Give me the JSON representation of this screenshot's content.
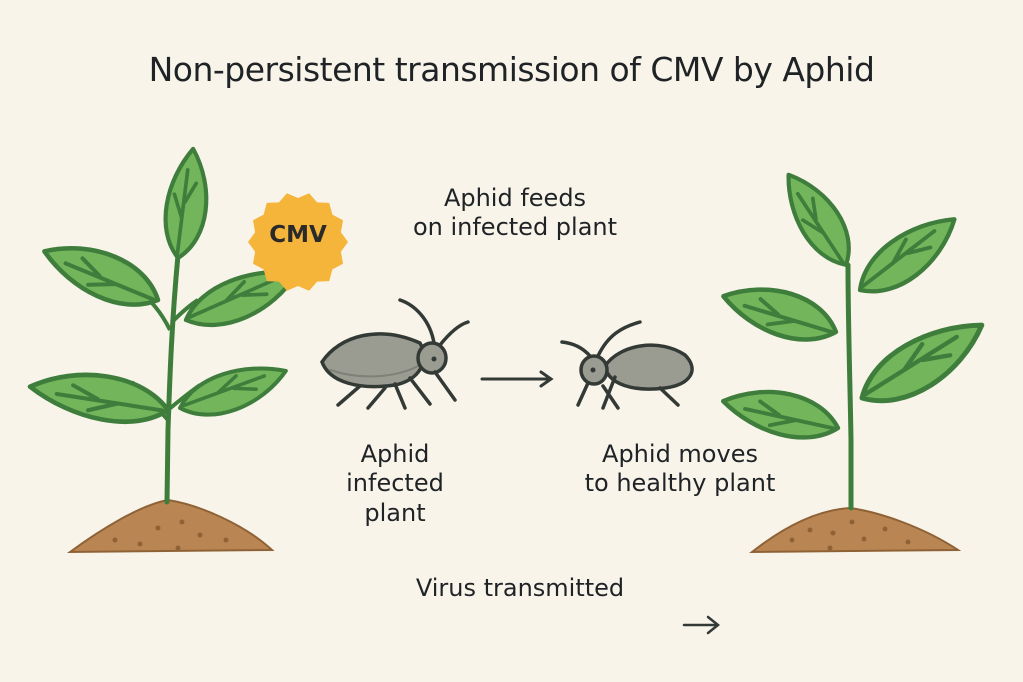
{
  "title": "Non-persistent transmission of CMV by Aphid",
  "badge": {
    "label": "CMV",
    "color": "#f5b43a"
  },
  "steps": {
    "feeds": "Aphid feeds\non infected plant",
    "infected": "Aphid\ninfected\nplant",
    "moves": "Aphid moves\nto healthy plant",
    "transmitted": "Virus transmitted"
  },
  "colors": {
    "background": "#f8f4ea",
    "leaf_fill": "#72b55a",
    "leaf_stroke": "#3f7d3c",
    "soil": "#b98553",
    "aphid_body": "#9a9b91",
    "outline": "#333a36"
  },
  "icons": {
    "arrow_middle": "right-arrow-icon",
    "arrow_bottom": "right-arrow-icon"
  }
}
